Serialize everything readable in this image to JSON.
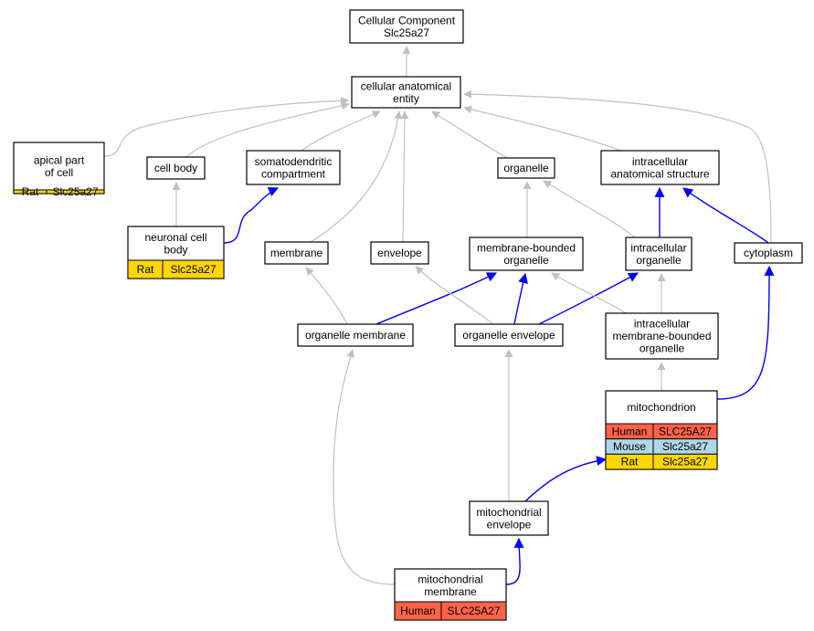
{
  "colors": {
    "node_border": "#000000",
    "edge_gray": "#c0c0c0",
    "edge_blue": "#0000ff",
    "human": "#ff6347",
    "mouse": "#add8e6",
    "rat": "#ffd700"
  },
  "nodes": {
    "root": {
      "lines": [
        "Cellular Component",
        "Slc25a27"
      ]
    },
    "cae": {
      "lines": [
        "cellular anatomical",
        "entity"
      ]
    },
    "apical": {
      "lines": [
        "apical part",
        "of cell"
      ],
      "rows": [
        {
          "species": "Rat",
          "gene": "Slc25a27",
          "color": "rat"
        }
      ]
    },
    "cellbody": {
      "lines": [
        "cell body"
      ]
    },
    "somato": {
      "lines": [
        "somatodendritic",
        "compartment"
      ]
    },
    "organelle": {
      "lines": [
        "organelle"
      ]
    },
    "ias": {
      "lines": [
        "intracellular",
        "anatomical structure"
      ]
    },
    "neuronal": {
      "lines": [
        "neuronal cell",
        "body"
      ],
      "rows": [
        {
          "species": "Rat",
          "gene": "Slc25a27",
          "color": "rat"
        }
      ]
    },
    "membrane": {
      "lines": [
        "membrane"
      ]
    },
    "envelope": {
      "lines": [
        "envelope"
      ]
    },
    "mbo": {
      "lines": [
        "membrane-bounded",
        "organelle"
      ]
    },
    "io": {
      "lines": [
        "intracellular",
        "organelle"
      ]
    },
    "cytoplasm": {
      "lines": [
        "cytoplasm"
      ]
    },
    "orgmem": {
      "lines": [
        "organelle membrane"
      ]
    },
    "orgenv": {
      "lines": [
        "organelle envelope"
      ]
    },
    "imbo": {
      "lines": [
        "intracellular",
        "membrane-bounded",
        "organelle"
      ]
    },
    "mito": {
      "lines": [
        "mitochondrion"
      ],
      "rows": [
        {
          "species": "Human",
          "gene": "SLC25A27",
          "color": "human"
        },
        {
          "species": "Mouse",
          "gene": "Slc25a27",
          "color": "mouse"
        },
        {
          "species": "Rat",
          "gene": "Slc25a27",
          "color": "rat"
        }
      ]
    },
    "mitoenv": {
      "lines": [
        "mitochondrial",
        "envelope"
      ]
    },
    "mitomem": {
      "lines": [
        "mitochondrial",
        "membrane"
      ],
      "rows": [
        {
          "species": "Human",
          "gene": "SLC25A27",
          "color": "human"
        }
      ]
    }
  },
  "edges": [
    {
      "from": "cae",
      "to": "root",
      "color": "gray"
    },
    {
      "from": "apical",
      "to": "cae",
      "color": "gray"
    },
    {
      "from": "cellbody",
      "to": "cae",
      "color": "gray"
    },
    {
      "from": "somato",
      "to": "cae",
      "color": "gray"
    },
    {
      "from": "membrane",
      "to": "cae",
      "color": "gray"
    },
    {
      "from": "envelope",
      "to": "cae",
      "color": "gray"
    },
    {
      "from": "organelle",
      "to": "cae",
      "color": "gray"
    },
    {
      "from": "ias",
      "to": "cae",
      "color": "gray"
    },
    {
      "from": "cytoplasm",
      "to": "cae",
      "color": "gray"
    },
    {
      "from": "neuronal",
      "to": "cellbody",
      "color": "gray"
    },
    {
      "from": "neuronal",
      "to": "somato",
      "color": "blue"
    },
    {
      "from": "mbo",
      "to": "organelle",
      "color": "gray"
    },
    {
      "from": "io",
      "to": "organelle",
      "color": "gray"
    },
    {
      "from": "io",
      "to": "ias",
      "color": "blue"
    },
    {
      "from": "cytoplasm",
      "to": "ias",
      "color": "blue"
    },
    {
      "from": "orgmem",
      "to": "membrane",
      "color": "gray"
    },
    {
      "from": "orgmem",
      "to": "mbo",
      "color": "blue"
    },
    {
      "from": "orgenv",
      "to": "envelope",
      "color": "gray"
    },
    {
      "from": "orgenv",
      "to": "mbo",
      "color": "blue"
    },
    {
      "from": "orgenv",
      "to": "io",
      "color": "blue"
    },
    {
      "from": "imbo",
      "to": "mbo",
      "color": "gray"
    },
    {
      "from": "imbo",
      "to": "io",
      "color": "gray"
    },
    {
      "from": "mito",
      "to": "imbo",
      "color": "gray"
    },
    {
      "from": "mito",
      "to": "cytoplasm",
      "color": "blue"
    },
    {
      "from": "mitoenv",
      "to": "orgenv",
      "color": "gray"
    },
    {
      "from": "mitoenv",
      "to": "mito",
      "color": "blue"
    },
    {
      "from": "mitomem",
      "to": "orgmem",
      "color": "gray"
    },
    {
      "from": "mitomem",
      "to": "mitoenv",
      "color": "blue"
    }
  ]
}
